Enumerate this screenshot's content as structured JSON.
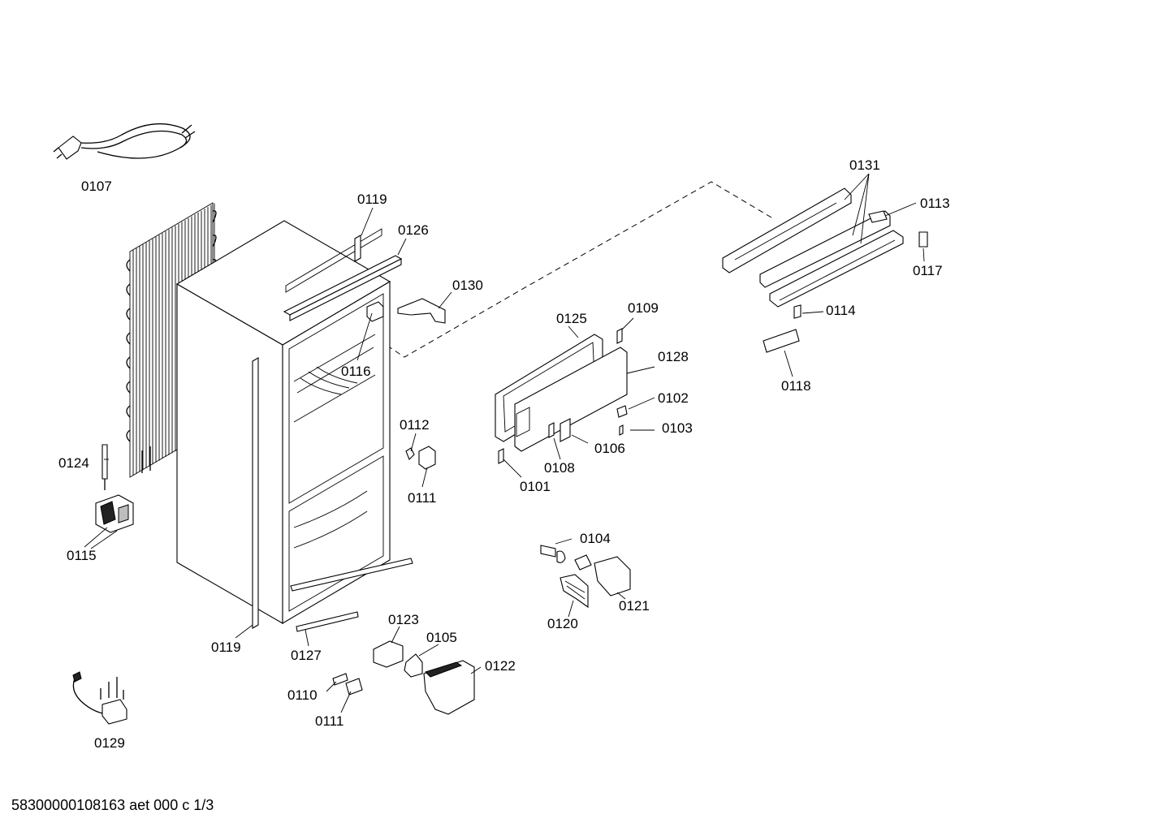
{
  "diagram": {
    "footer": "58300000108163 aet 000 c 1/3",
    "labels": {
      "p0107": "0107",
      "p0119a": "0119",
      "p0126": "0126",
      "p0130": "0130",
      "p0116": "0116",
      "p0125": "0125",
      "p0109": "0109",
      "p0128": "0128",
      "p0102": "0102",
      "p0103": "0103",
      "p0106": "0106",
      "p0108": "0108",
      "p0101": "0101",
      "p0112": "0112",
      "p0111a": "0111",
      "p0124": "0124",
      "p0115": "0115",
      "p0119b": "0119",
      "p0127": "0127",
      "p0104": "0104",
      "p0121": "0121",
      "p0120": "0120",
      "p0123": "0123",
      "p0105": "0105",
      "p0122": "0122",
      "p0110": "0110",
      "p0111b": "0111",
      "p0129": "0129",
      "p0131": "0131",
      "p0113": "0113",
      "p0117": "0117",
      "p0114": "0114",
      "p0118": "0118"
    }
  }
}
